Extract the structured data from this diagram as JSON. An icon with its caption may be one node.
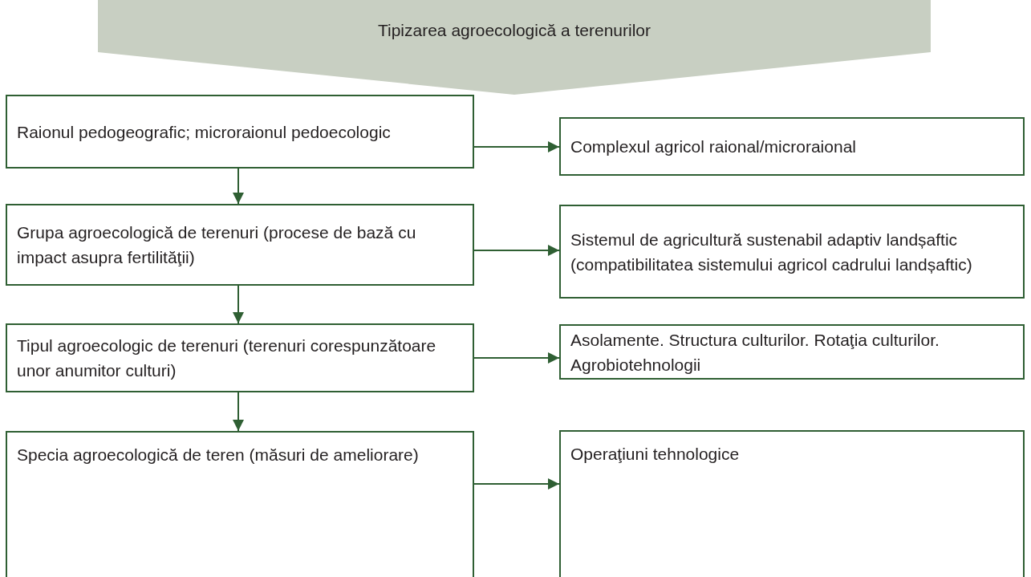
{
  "diagram": {
    "nodes": [
      {
        "text": [
          "Tipizarea agroecologică a terenurilor"
        ]
      },
      {
        "text": [
          "Raionul pedogeografic; microraionul pedoecologic"
        ]
      },
      {
        "text": [
          "Complexul agricol raional/microraional"
        ]
      },
      {
        "text": [
          "Grupa agroecologică de terenuri (procese de bază cu impact asupra fertilităţii)"
        ]
      },
      {
        "text": [
          "Sistemul de agricultură sustenabil adaptiv landșaftic (compatibilitatea sistemului agricol cadrului landșaftic)"
        ]
      },
      {
        "text": [
          "Tipul agroecologic de terenuri (terenuri corespunzătoare unor anumitor culturi)"
        ]
      },
      {
        "text": [
          "Asolamente. Structura culturilor. Rotaţia culturilor. Agrobiotehnologii"
        ]
      },
      {
        "text": [
          "Specia agroecologică de teren (măsuri de ameliorare)"
        ]
      },
      {
        "text": [
          "Operaţiuni tehnologice"
        ]
      }
    ],
    "edges": [
      {
        "from": 1,
        "to": 2,
        "arrow": "to"
      },
      {
        "from": 1,
        "to": 3,
        "arrow": "to"
      },
      {
        "from": 3,
        "to": 4,
        "arrow": "to"
      },
      {
        "from": 3,
        "to": 5,
        "arrow": "to"
      },
      {
        "from": 5,
        "to": 6,
        "arrow": "to"
      },
      {
        "from": 5,
        "to": 7,
        "arrow": "to"
      },
      {
        "from": 7,
        "to": 8,
        "arrow": "to"
      }
    ]
  }
}
